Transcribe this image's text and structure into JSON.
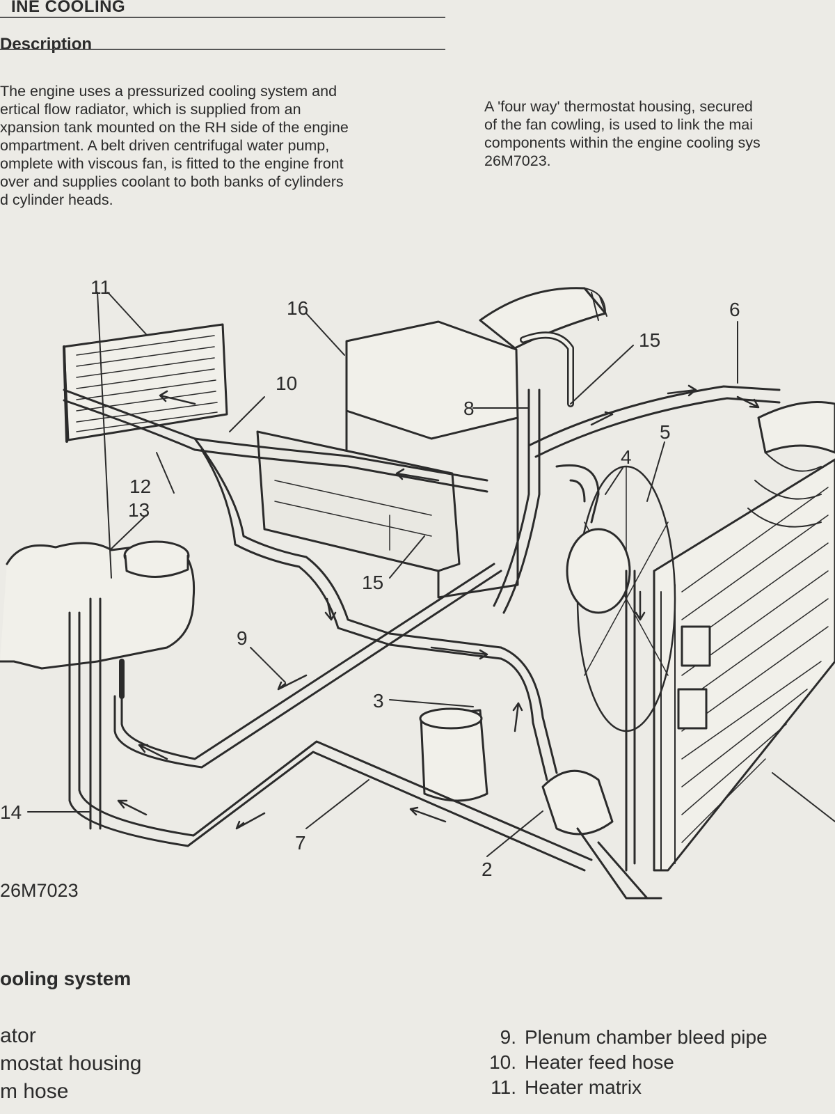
{
  "header": {
    "section_title": "INE COOLING",
    "heading": "Description"
  },
  "intro": {
    "left_lines": [
      "The engine uses a pressurized cooling system and",
      "ertical flow radiator, which is supplied from an",
      "xpansion tank mounted on the RH side of the engine",
      "ompartment. A belt driven centrifugal water pump,",
      "omplete with viscous fan, is fitted to the engine front",
      "over and supplies coolant to both banks of cylinders",
      "d cylinder heads."
    ],
    "right_lines": [
      "A 'four way' thermostat housing, secured",
      "of the fan cowling, is used to link the mai",
      "components within the engine cooling sys",
      "26M7023."
    ]
  },
  "diagram": {
    "callouts": {
      "c2": "2",
      "c3": "3",
      "c4": "4",
      "c5": "5",
      "c6": "6",
      "c7": "7",
      "c8": "8",
      "c9": "9",
      "c10": "10",
      "c11": "11",
      "c12": "12",
      "c13": "13",
      "c14": "14",
      "c15a": "15",
      "c15b": "15",
      "c16": "16"
    }
  },
  "figure_code": "26M7023",
  "cooling_system": {
    "title": "ooling system",
    "left_items": [
      "ator",
      "mostat housing",
      "m hose"
    ],
    "right_items": [
      {
        "num": "9.",
        "text": "Plenum chamber bleed pipe"
      },
      {
        "num": "10.",
        "text": "Heater feed hose"
      },
      {
        "num": "11.",
        "text": "Heater matrix"
      }
    ]
  }
}
